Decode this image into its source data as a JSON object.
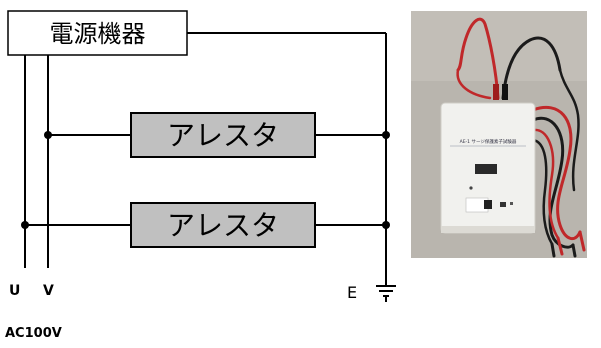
{
  "diagram": {
    "source_box_label": "電源機器",
    "arrester_labels": [
      "アレスタ",
      "アレスタ"
    ],
    "terminals": {
      "u": "U",
      "v": "V",
      "e": "E"
    },
    "supply_label": "AC100V"
  },
  "photo": {
    "device_label": "AE-1 サージ保護素子試験器"
  },
  "colors": {
    "line": "#000000",
    "arrester_fill": "#c0c0c0",
    "photo_bg": "#b9b5ae",
    "device_body": "#f1f1ee",
    "lead_red": "#c0282a",
    "lead_black": "#1b1b1b"
  }
}
